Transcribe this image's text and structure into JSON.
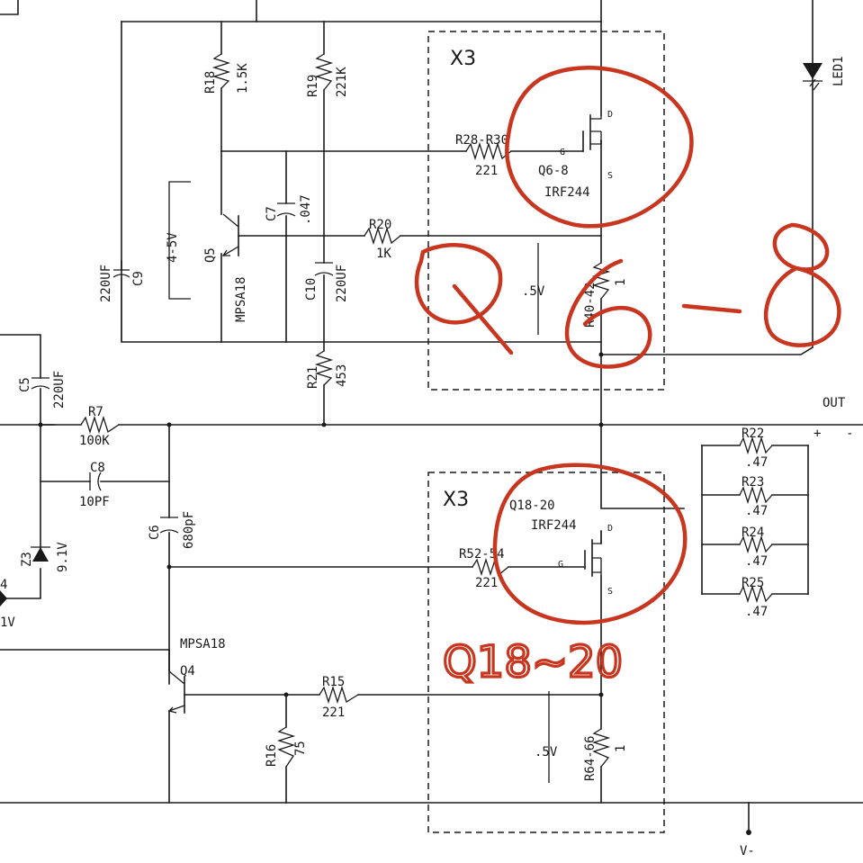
{
  "schematic": {
    "blocks": [
      {
        "label": "X3"
      },
      {
        "label": "X3"
      }
    ],
    "voltage_labels": {
      "bracket_top": "4-5V",
      "upper_sense": ".5V",
      "lower_sense": ".5V"
    },
    "resistors": {
      "r18": {
        "ref": "R18",
        "value": "1.5K"
      },
      "r19": {
        "ref": "R19",
        "value": "221K"
      },
      "r28": {
        "ref": "R28-R30",
        "value": "221"
      },
      "r20": {
        "ref": "R20",
        "value": "1K"
      },
      "r40": {
        "ref": "R40-42",
        "value": "1"
      },
      "r21": {
        "ref": "R21",
        "value": "453"
      },
      "r7": {
        "ref": "R7",
        "value": "100K"
      },
      "r52": {
        "ref": "R52-54",
        "value": "221"
      },
      "r15": {
        "ref": "R15",
        "value": "221"
      },
      "r16": {
        "ref": "R16",
        "value": "75"
      },
      "r64": {
        "ref": "R64-66",
        "value": "1"
      },
      "r22": {
        "ref": "R22",
        "value": ".47"
      },
      "r23": {
        "ref": "R23",
        "value": ".47"
      },
      "r24": {
        "ref": "R24",
        "value": ".47"
      },
      "r25": {
        "ref": "R25",
        "value": ".47"
      }
    },
    "capacitors": {
      "c9": {
        "ref": "C9",
        "value": "220UF"
      },
      "c7": {
        "ref": "C7",
        "value": ".047"
      },
      "c10": {
        "ref": "C10",
        "value": "220UF"
      },
      "c5": {
        "ref": "C5",
        "value": "220UF"
      },
      "c8": {
        "ref": "C8",
        "value": "10PF"
      },
      "c6": {
        "ref": "C6",
        "value": "680pF"
      }
    },
    "transistors": {
      "q5": {
        "ref": "Q5",
        "part": "MPSA18"
      },
      "q4": {
        "ref": "Q4",
        "part": "MPSA18"
      },
      "q6": {
        "ref": "Q6-8",
        "part": "IRF244"
      },
      "q18": {
        "ref": "Q18-20",
        "part": "IRF244"
      }
    },
    "pins": {
      "gate": "G",
      "drain": "D",
      "source": "S"
    },
    "diodes": {
      "z3": {
        "ref": "Z3",
        "value": "9.1V"
      },
      "partial_ref": "4",
      "partial_value": "1V",
      "led": "LED1"
    },
    "output": {
      "label": "OUT",
      "plus": "+",
      "minus": "-"
    },
    "supply": {
      "label": "V-"
    },
    "annotations": {
      "q6_text": "Q6-8",
      "q18_text": "Q18~20"
    }
  }
}
